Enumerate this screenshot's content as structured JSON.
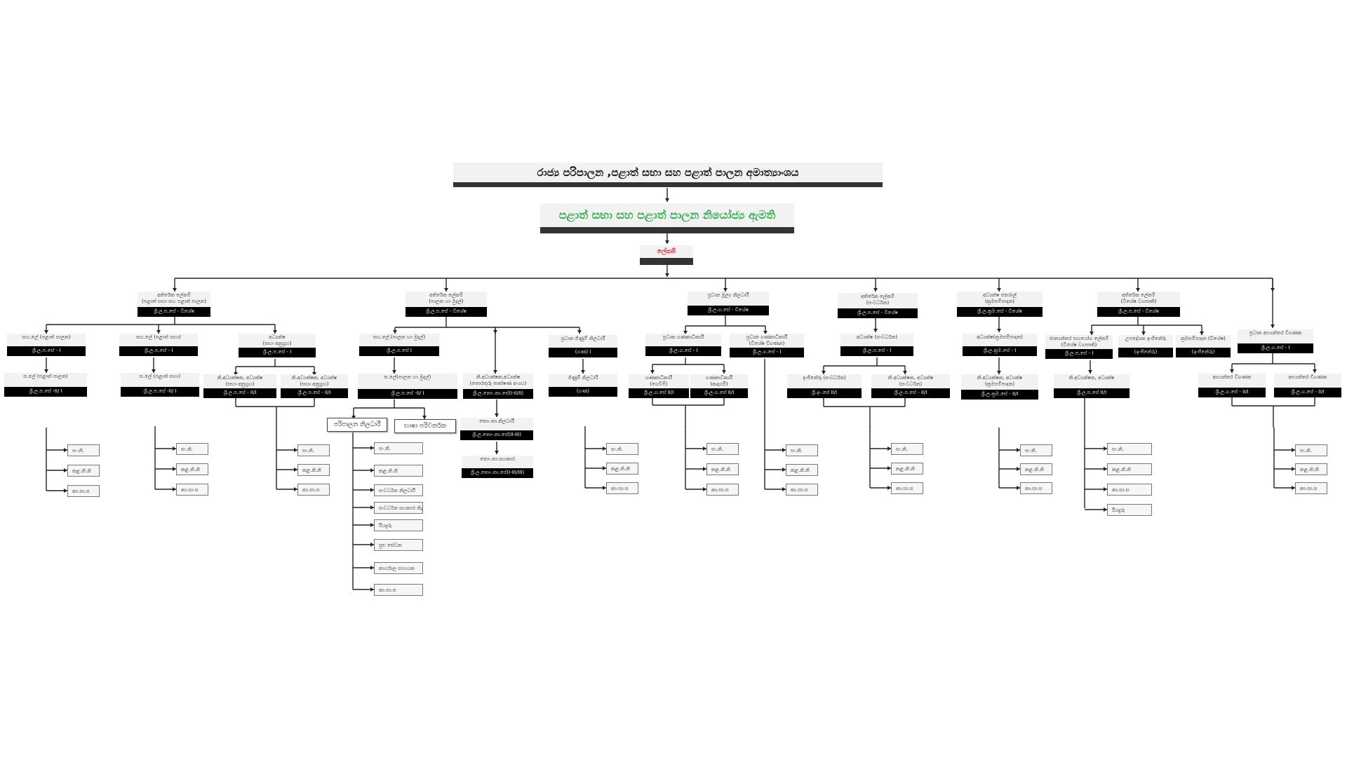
{
  "header": {
    "ministry": "රාජ්‍ය පරිපාලන ,පළාත් සභා සහ පළාත් පාලන අමාත්‍යාංශය",
    "deputy_minister": "පළාත් සභා සහ පළාත් පාලන නියෝජ්‍ය ඇමති",
    "secretary": "ලේකම්"
  },
  "units": [
    {
      "id": "u1",
      "title": "අතිරේක ලේකම්\n(පළාත් සභා සහ පළාත් පාලන)",
      "grade": "ශ්‍රී.ල.ප.සේ - විශේෂ",
      "subs": [
        {
          "title": "සහ.ලේ (පළාත් පාලන)",
          "grade": "ශ්‍රී.ල.ප.සේ - I",
          "child": {
            "title": "ස.ලේ (පළාත් පාලන)",
            "grade": "ශ්‍රී.ල.ප.සේ\n-II/ I"
          },
          "leaves": [
            "සං.නි.",
            "කළ.නි.නි",
            "කා.සා.ස"
          ]
        },
        {
          "title": "සහ.ලේ (පළාත් සභා)",
          "grade": "ශ්‍රී.ල.ප.සේ - I",
          "child": {
            "title": "ස.ලේ (පළාත් සභා)",
            "grade": "ශ්‍රී.ල.ප.සේ\n-II/ I"
          },
          "leaves": [
            "සං.නි.",
            "කළ.නි.නි",
            "කා.සා.ස"
          ]
        },
        {
          "title": "අධ්‍යක්ෂ\n(සභා අනුග්‍රහ)",
          "grade": "ශ්‍රී.ල.ප.සේ - I",
          "pairs": [
            {
              "title": "නි.අධ්‍යක්ෂක, අධ්‍යක්ෂ\n(සභා අනුග්‍රහ)",
              "grade": "ශ්‍රී.ල.ප.සේ - II/I"
            },
            {
              "title": "නි.අධ්‍යක්ෂක, අධ්‍යක්ෂ\n(සභා අනුග්‍රහ)",
              "grade": "ශ්‍රී.ල.ප.සේ - II/I"
            }
          ],
          "leaves": [
            "සං.නි.",
            "කළ.නි.නි",
            "කා.සා.ස"
          ]
        }
      ]
    },
    {
      "id": "u2",
      "title": "අතිරේක ලේකම්\n(පාලන හා මුදල්)",
      "grade": "ශ්‍රී.ල.ප.සේ - විශේෂ",
      "subs": [
        {
          "title": "සහ.ලේ.(පාලන හා මුදල්)",
          "grade": "ශ්‍රී.ල.ප.සේ I",
          "child": {
            "title": "ස.ලේ(පාලන හා මුදල්)",
            "grade": "ශ්‍රී.ල.ප.සේ\n-II/ I"
          },
          "side": [
            "පරිපාලන නිලධාරී",
            "භාෂා පරිවර්තක"
          ],
          "leaves": [
            "සං.නි.",
            "කළ.නි.නි",
            "සංවර්ධන නිලධාරී",
            "සංවර්ධන සහකාර නිලධාරී",
            "රියදුරු",
            "සුළු සේවක",
            "කාර්යාල සහායක",
            "කා.සා.ස"
          ]
        },
        {
          "title": "නි.අධ්‍යක්ෂක,අධ්‍යක්ෂ\n(තොරතුරු තාක්ෂණ අංශය)",
          "grade": "ශ්‍රී.ල.තොං.තා.සේ(I-II/II)",
          "chain": [
            {
              "title": "තොං.තා.නිලධාරී",
              "grade": "ශ්‍රී.ල.තොං.තා.සේ(II-III)"
            },
            {
              "title": "තොං.තා.සහකාර",
              "grade": "ශ්‍රී.ල.තොං.තා.සේ(I-III/III)"
            }
          ]
        },
        {
          "title": "ප්‍රධාන ගිණුම් නිලධාරී",
          "grade": "(ගණ) I",
          "child": {
            "title": "ගිණුම් නිලධාරී",
            "grade": "(ගණ)"
          },
          "leaves": [
            "සං.නි.",
            "කළ.නි.නි",
            "කා.සා.ස"
          ]
        }
      ]
    },
    {
      "id": "u3",
      "title": "ප්‍රධාන මූල්‍ය නිලධාරී",
      "grade": "ශ්‍රී.ල.ග.සේ - විශේෂ",
      "subs": [
        {
          "title": "ප්‍රධාන ගණකාධිකාරී",
          "grade": "ශ්‍රී.ල.ග.සේ - I",
          "pairs": [
            {
              "title": "ගණකාධිකාරී\n(ගෙවීම්)",
              "grade": "ශ්‍රී.ල.ග.සේ II/I"
            },
            {
              "title": "ගණකාධිකාරී\n(ආදායම්)",
              "grade": "ශ්‍රී.ල.ග.සේ II/I"
            }
          ],
          "leaves": [
            "සං.නි.",
            "කළ.නි.නි",
            "කා.සා.ස"
          ]
        },
        {
          "title": "ප්‍රධාන ගණකාධිකාරී\n(විශේෂ විගණන)",
          "grade": "ශ්‍රී.ල.ග.සේ - I",
          "leaves": [
            "සං.නි.",
            "කළ.නි.නි",
            "කා.සා.ස"
          ]
        }
      ]
    },
    {
      "id": "u4",
      "title": "අතිරේක ලේකම්\n(සංවර්ධන)",
      "grade": "ශ්‍රී.ල.ප.සේ - විශේෂ",
      "subs": [
        {
          "title": "අධ්‍යක්ෂ (සංවර්ධන)",
          "grade": "ශ්‍රී.ල.ප.සේ - I",
          "pairs": [
            {
              "title": "ඉංජිනේරු (සංවර්ධන)",
              "grade": "ශ්‍රී.ඉං.සේ II/I"
            },
            {
              "title": "නි.අධ්‍යක්ෂක, අධ්‍යක්ෂ\n(සංවර්ධන)",
              "grade": "ශ්‍රී.ල.ප.සේ - II/I"
            }
          ],
          "leaves": [
            "සං.නි.",
            "කළ.නි.නි",
            "කා.සා.ස"
          ]
        }
      ]
    },
    {
      "id": "u5",
      "title": "අධ්‍යක්ෂ ජනරාල්\n(ක්‍රමසම්පාදන)",
      "grade": "ශ්‍රී.ල.ක්‍රම.සේ - විශේෂ",
      "subs": [
        {
          "title": "අධ්‍යක්ෂ(ක්‍රමසම්පාදන)",
          "grade": "ශ්‍රී.ල.ක්‍රම.සේ - I",
          "child": {
            "title": "නි.අධ්‍යක්ෂක, අධ්‍යක්ෂ\n(ක්‍රමසම්පාදන)",
            "grade": "ශ්‍රී.ල.ක්‍රම.සේ - II/I"
          },
          "leaves": [
            "සං.නි.",
            "කළ.නි.නි",
            "කා.සා.ස"
          ]
        }
      ]
    },
    {
      "id": "u6",
      "title": "අතිරේක ලේකම්\n(විශේෂ ව්‍යාපෘති)",
      "grade": "ශ්‍රී.ල.ප.සේ - විශේෂ",
      "subs": [
        {
          "title": "ජාත්‍යන්තර සහයෝග ලේකම්\n(විශේෂ ව්‍යාපෘති)",
          "grade": "ශ්‍රී.ල.ප.සේ - I",
          "child": {
            "title": "නි.අධ්‍යක්ෂක, අධ්‍යක්ෂ",
            "grade": "ශ්‍රී.ල.ප.සේ II/I"
          },
          "leaves": [
            "සං.නි.",
            "කළ.නි.නි",
            "කා.සා.ස",
            "රියදුරු"
          ]
        },
        {
          "title": "උපදේශක ඉංජිනේරු",
          "grade": "(ඉංජිනේරු)"
        },
        {
          "title": "ක්‍රමසම්පාදන (විශේෂ)",
          "grade": "(ඉංජිනේරු)"
        }
      ]
    },
    {
      "id": "u7",
      "title": "ප්‍රධාන අභ්‍යන්තර විගණක",
      "grade": "ශ්‍රී.ල.ග.සේ - I",
      "subs": [
        {
          "pairs": [
            {
              "title": "අභ්‍යන්තර විගණක",
              "grade": "ශ්‍රී.ල.ග.සේ - II/I"
            },
            {
              "title": "අභ්‍යන්තර විගණක",
              "grade": "ශ්‍රී.ල.ග.සේ - II/I"
            }
          ],
          "leaves": [
            "සං.නි.",
            "කළ.නි.නි",
            "කා.සා.ස"
          ]
        }
      ]
    }
  ]
}
